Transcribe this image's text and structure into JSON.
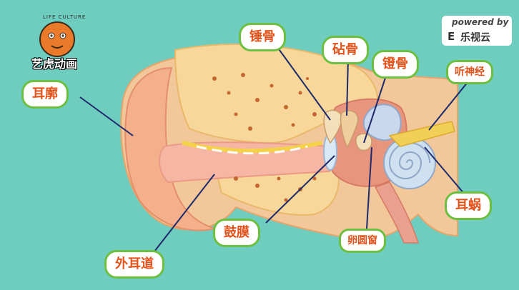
{
  "logo": {
    "brand": "艺虎动画",
    "tagline": "LIFE CULTURE"
  },
  "watermark": {
    "powered_by": "powered by",
    "platform": "乐视云",
    "mark": "E"
  },
  "labels": {
    "auricle": "耳廓",
    "malleus": "锤骨",
    "incus": "砧骨",
    "stapes": "镫骨",
    "auditory_nerve": "听神经",
    "cochlea": "耳蜗",
    "eardrum": "鼓膜",
    "oval_window": "卵圆窗",
    "ear_canal": "外耳道"
  },
  "colors": {
    "background": "#6fcdc0",
    "label_border": "#6cbf3f",
    "label_text": "#e2531b",
    "leader_line": "#1d2a6b"
  }
}
